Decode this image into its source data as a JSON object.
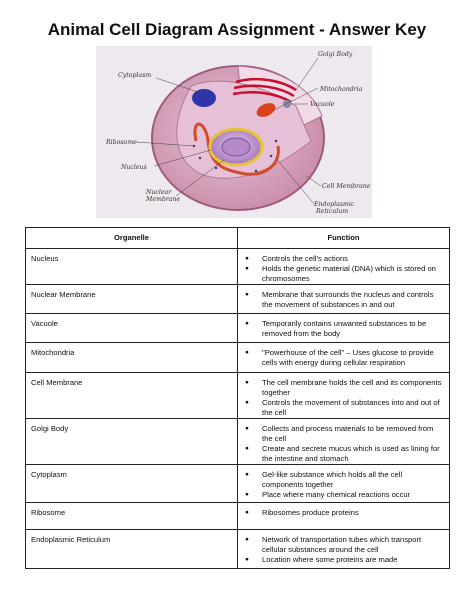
{
  "title": "Animal Cell Diagram Assignment - Answer Key",
  "diagram": {
    "labels": {
      "golgi": "Golgi Body",
      "cytoplasm": "Cytoplasm",
      "mitochondria": "Mitochondria",
      "vacuole": "Vacuole",
      "ribosome": "Ribosome",
      "nucleus": "Nucleus",
      "nuclear_membrane_1": "Nuclear",
      "nuclear_membrane_2": "Membrane",
      "cell_membrane": "Cell Membrane",
      "er_1": "Endoplasmic",
      "er_2": "Reticulum"
    }
  },
  "table": {
    "headers": {
      "organelle": "Organelle",
      "function": "Function"
    },
    "rows": [
      {
        "organelle": "Nucleus",
        "functions": [
          "Controls the cell’s actions",
          "Holds the genetic material (DNA) which is stored on chromosomes"
        ]
      },
      {
        "organelle": "Nuclear Membrane",
        "functions": [
          "Membrane that surrounds the nucleus and controls the movement of substances in and out"
        ]
      },
      {
        "organelle": "Vacuole",
        "functions": [
          "Temporarily contains unwanted substances to be removed from the body"
        ]
      },
      {
        "organelle": "Mitochondria",
        "functions": [
          "\"Powerhouse of the cell\" – Uses glucose to provide cells with energy during cellular respiration"
        ]
      },
      {
        "organelle": "Cell Membrane",
        "functions": [
          "The cell membrane holds the cell and its components together",
          "Controls the movement of substances into and out of the cell"
        ]
      },
      {
        "organelle": "Golgi Body",
        "functions": [
          "Collects and process materials to be removed from the cell",
          "Create and secrete mucus which is used as lining for the intestine and stomach"
        ]
      },
      {
        "organelle": "Cytoplasm",
        "functions": [
          "Gel-like substance which holds all the cell components together",
          "Place where many chemical reactions occur"
        ]
      },
      {
        "organelle": "Ribosome",
        "functions": [
          "Ribosomes produce proteins"
        ]
      },
      {
        "organelle": "Endoplasmic Reticulum",
        "functions": [
          "Network of transportation tubes which transport cellular substances around the cell",
          "Location where some proteins are made"
        ]
      }
    ]
  }
}
